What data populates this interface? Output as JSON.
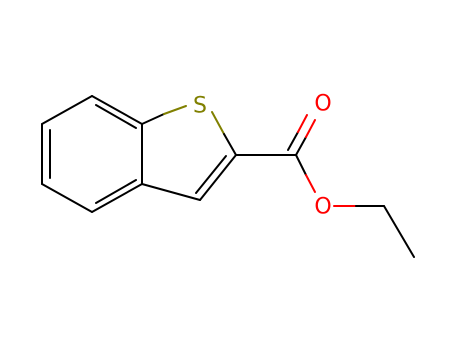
{
  "molecule": {
    "atoms": {
      "sulfur": {
        "symbol": "S"
      },
      "carbonyl_oxygen": {
        "symbol": "O"
      },
      "ester_oxygen": {
        "symbol": "O"
      }
    },
    "colors": {
      "bond": "#000000",
      "sulfur": "#808000",
      "oxygen": "#ff0000",
      "background": "#ffffff"
    }
  }
}
